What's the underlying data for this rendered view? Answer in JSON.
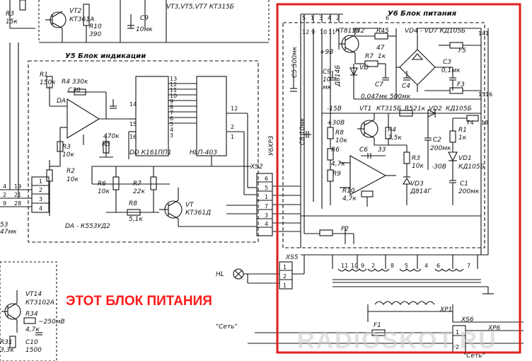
{
  "annotation": "ЭТОТ БЛОК ПИТАНИЯ",
  "highlight_color": "#e0201c",
  "watermark": "RADIOSKOT.RU",
  "blocks": {
    "power_supply": "У6 Блок питания",
    "indication": "У5 Блок индикации",
    "top_left_note": "VT3,VT5,VT7 КТ315Б"
  },
  "labels": {
    "r3_top": "R3",
    "r3_top_val": "15к",
    "vt2_top": "VT2",
    "vt2_top_type": "КТ361А",
    "r10_top": "R10",
    "r10_top_val": "390",
    "c9_top": "C9",
    "c9_top_val": "10мк",
    "r1": "R1",
    "r1_val": "150к",
    "r4": "R4 330к",
    "c30": "C30",
    "da": "DA",
    "r3_mid": "R3",
    "r3_mid_val": "10к",
    "r5": "R5",
    "r5_val": "470к",
    "r2": "R2",
    "r2_val": "10к",
    "dd": "DD К161ПП1",
    "hl": "HLП-403",
    "r6": "R6",
    "r6_val": "10к",
    "r7": "R7",
    "r7_val": "22к",
    "r8": "R8",
    "r8_val": "5,1к",
    "vt": "VT",
    "vt_type": "КТ361Д",
    "da_type": "DA - К553УД2",
    "xs2": "XS2",
    "y6xp3": "У6ХР3",
    "c5": "C5 500мк",
    "plus9": "+9В",
    "c9": "C9",
    "c9_val": "10",
    "c9_unit": "мк",
    "vt2": "VT2",
    "vt2_type": "КТ815В",
    "r45": "R45",
    "r45_val": "47",
    "vd": "VD",
    "vd_type": "Д814Б",
    "r7_ps": "R7",
    "r7_ps_val": "1к",
    "c7": "C7",
    "c4": "C4",
    "vd4_7": "VD4 - VD7 КД105Б",
    "f5": "F5",
    "c3": "C3",
    "c3_val": "0,1мк",
    "c_bottom_note": "0,047мк  500мк",
    "f3": "F3",
    "minus15": "-15В",
    "vt1": "VT1",
    "vt1_type": "КТ315Б",
    "r52": "R52",
    "r52_val": "1к",
    "vd2": "VD2",
    "vd2_type": "КД105Б",
    "c8": "C8 10мк",
    "plus30": "+30В",
    "r8_ps": "R8",
    "r8_ps_val": "10к",
    "r4_ps": "R4",
    "r4_ps_val": "7,5к",
    "c2": "C2",
    "c2_val": "200мк",
    "r1_ps": "R1",
    "r1_ps_val": "1к",
    "r6_ps": "R6",
    "r6_ps_val": "4,7к",
    "c6": "C6",
    "c6_val": "33",
    "r3_ps": "R3",
    "r3_ps_val": "10к",
    "vd1": "VD1",
    "vd1_type": "КД105Б",
    "r9": "R9",
    "minus30": "-30В",
    "r10_ps": "R10",
    "r10_ps_val": "4,7к",
    "vd3": "VD3",
    "vd3_type": "Д814Г",
    "c1": "C1",
    "c1_val": "200мк",
    "f2": "F2",
    "xp1": "ХР1",
    "xs5": "XS5",
    "xs6": "XS6",
    "xp6": "ХР6",
    "hl_bottom": "HL",
    "vt14": "VT14",
    "vt14_type": "КТ3102А",
    "r34": "R34",
    "r34_val": "~250мВ",
    "r34_r": "4,7к",
    "r31": "R31",
    "r31_val": "3,3к",
    "c10": "C10",
    "c10_val": "1500",
    "f1": "F1",
    "set1": "\"Сеть\"",
    "set2": "\"Сеть\"",
    "mk47": "47мк",
    "mk53": "53"
  },
  "pins": {
    "top_connector": [
      "5",
      "1",
      "3",
      "4",
      "2",
      "6"
    ],
    "xs2": [
      "6",
      "5",
      "1",
      "7",
      "3",
      "4"
    ],
    "left_connector": [
      "1",
      "2",
      "3",
      "4"
    ],
    "left_wire_nums": [
      "4",
      "19",
      "2",
      "21",
      "9",
      "28"
    ],
    "trafo_bottom": [
      "11",
      "10",
      "9",
      "2",
      "8",
      "5",
      "4",
      "6",
      "7"
    ],
    "xs5": [
      "1",
      "2",
      "1"
    ],
    "xs6": [
      "1",
      "2"
    ],
    "dd_left": [
      "14",
      "15",
      "16"
    ],
    "dd_right": [
      "13",
      "12",
      "11",
      "10",
      "9",
      "8",
      "7",
      "6",
      "5",
      "4",
      "3"
    ],
    "hl_right": [
      "12",
      "2",
      "1"
    ],
    "ps_pins_top": [
      "12",
      "9",
      "10",
      "11"
    ],
    "ps_pins_right": [
      "14",
      "1",
      "15",
      "16",
      "F4",
      "18"
    ]
  }
}
